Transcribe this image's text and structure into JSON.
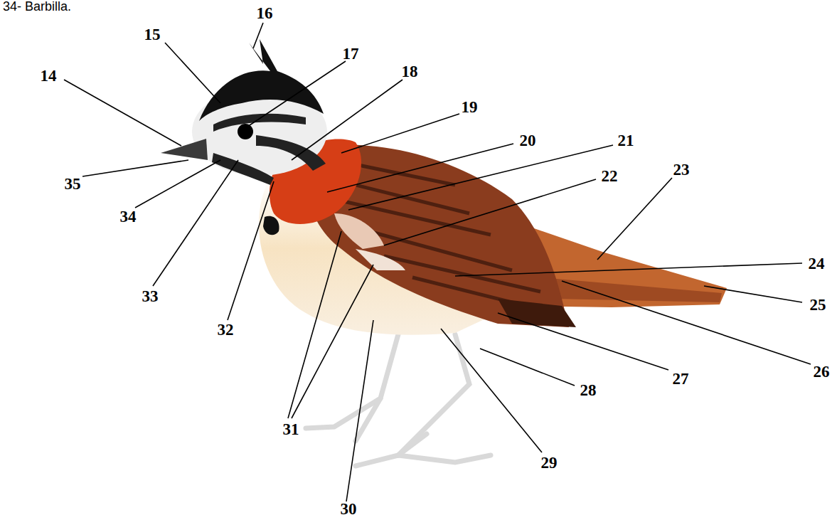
{
  "diagram": {
    "labels": [
      "34- Barbilla.",
      "14",
      "15",
      "16",
      "17",
      "18",
      "19",
      "20",
      "21",
      "22",
      "23",
      "24",
      "25",
      "26",
      "27",
      "28",
      "29",
      "30",
      "31",
      "32",
      "33",
      "34",
      "35"
    ]
  }
}
